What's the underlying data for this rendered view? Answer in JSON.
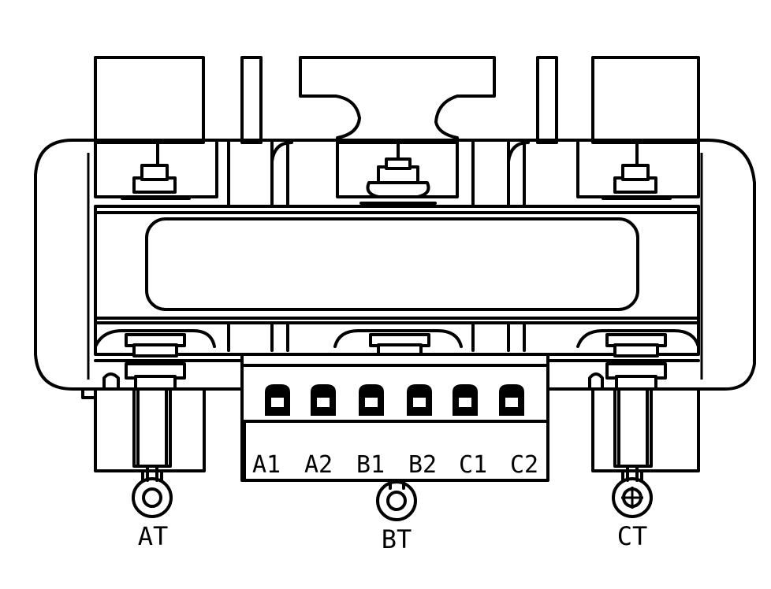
{
  "terminal_strip": {
    "labels": [
      "A1",
      "A2",
      "B1",
      "B2",
      "C1",
      "C2"
    ]
  },
  "current_transformers": {
    "A": "AT",
    "B": "BT",
    "C": "CT"
  }
}
